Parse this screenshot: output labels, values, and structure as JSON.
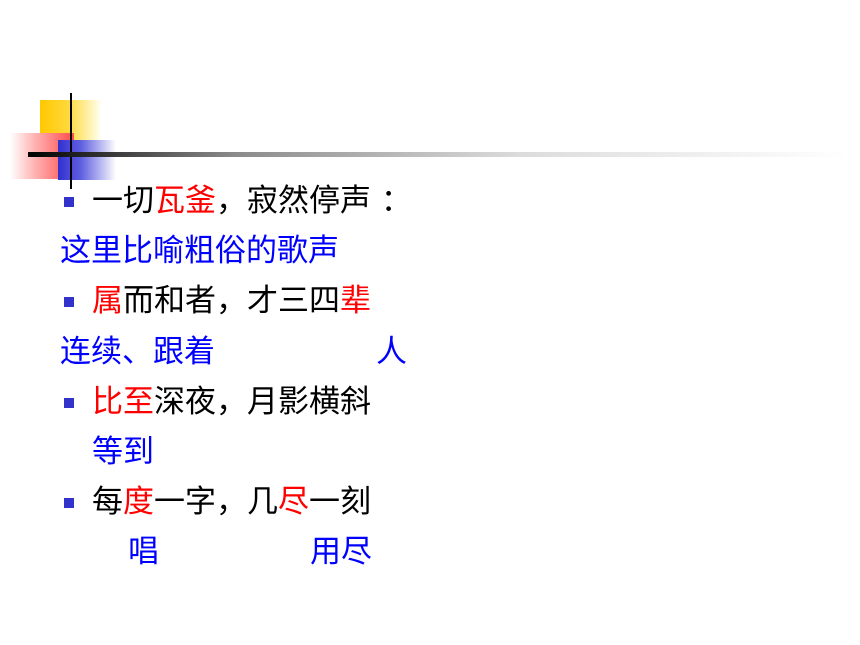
{
  "slide": {
    "items": [
      {
        "main": [
          "一切",
          "瓦釜",
          "，寂然停声 ："
        ],
        "note": "这里比喻粗俗的歌声"
      },
      {
        "main": [
          "属",
          "而和者，才三四",
          "辈"
        ],
        "note_a": "连续、跟着",
        "note_b": "人"
      },
      {
        "main": [
          "比至",
          "深夜，月影横斜"
        ],
        "note": "等到"
      },
      {
        "main": [
          "每",
          "度",
          "一字，几",
          "尽",
          "一刻"
        ],
        "note_a": "唱",
        "note_b": "用尽"
      }
    ]
  },
  "colors": {
    "bullet": "#3333cc",
    "highlight": "#ff0000",
    "annotation": "#0000ff"
  }
}
